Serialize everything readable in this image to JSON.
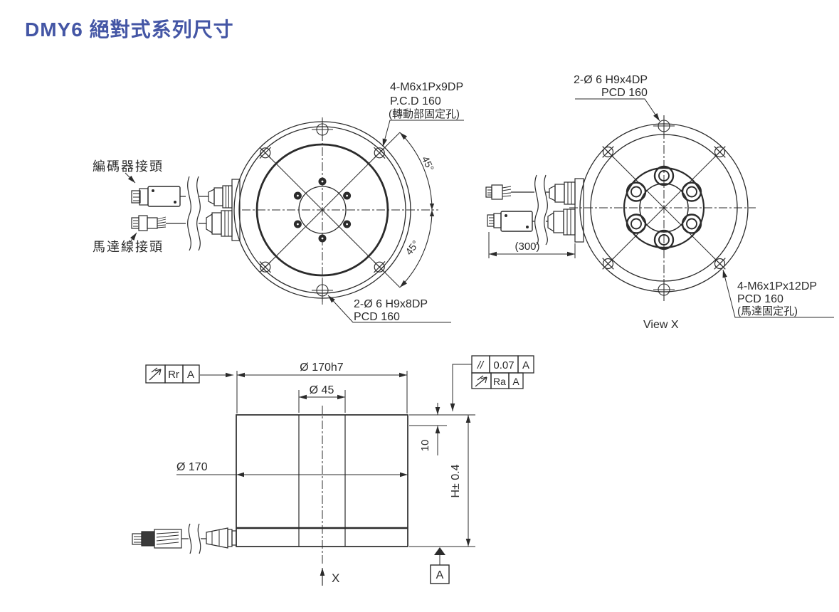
{
  "title": "DMY6 絕對式系列尺寸",
  "colors": {
    "accent": "#4456a5",
    "line": "#2b2b2b"
  },
  "front_view": {
    "rotor_hole_note_1": "4-M6x1Px9DP",
    "rotor_hole_note_2": "P.C.D 160",
    "rotor_hole_note_3": "(轉動部固定孔)",
    "encoder_connector_label": "編碼器接頭",
    "motor_connector_label": "馬達線接頭",
    "dowel_note_1": "2-Ø 6 H9x8DP",
    "dowel_note_2": "PCD 160",
    "angle_top": "45°",
    "angle_bottom": "45°"
  },
  "view_x": {
    "dowel_note_1": "2-Ø 6 H9x4DP",
    "dowel_note_2": "PCD 160",
    "cable_length": "(300)",
    "motor_hole_note_1": "4-M6x1Px12DP",
    "motor_hole_note_2": "PCD 160",
    "motor_hole_note_3": "(馬達固定孔)",
    "caption": "View X"
  },
  "side_view": {
    "dia_outer_toleranced": "Ø 170h7",
    "dia_bore": "Ø 45",
    "dia_outer": "Ø 170",
    "step_height": "10",
    "overall_height": "H± 0.4",
    "datum": "A",
    "view_direction": "X",
    "fcf_surface_left": {
      "value": "Rr",
      "datum": "A"
    },
    "fcf_parallelism": {
      "symbol": "//",
      "tolerance": "0.07",
      "datum": "A"
    },
    "fcf_surface_right": {
      "value": "Ra",
      "datum": "A"
    }
  }
}
